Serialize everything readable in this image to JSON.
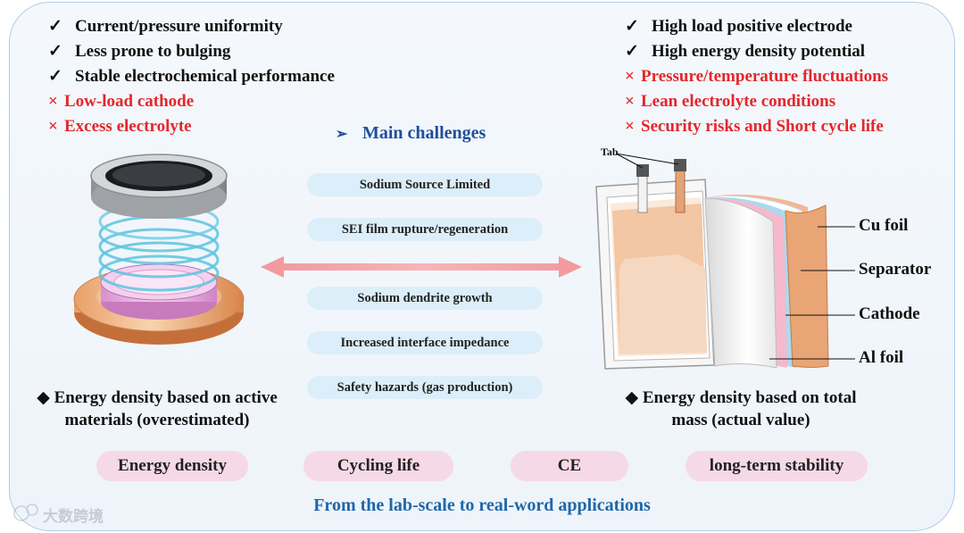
{
  "left_benefits": [
    {
      "mark": "✓",
      "text": "Current/pressure uniformity",
      "kind": "pro"
    },
    {
      "mark": "✓",
      "text": "Less prone to bulging",
      "kind": "pro"
    },
    {
      "mark": "✓",
      "text": "Stable electrochemical performance",
      "kind": "pro"
    },
    {
      "mark": "×",
      "text": "Low-load cathode",
      "kind": "con"
    },
    {
      "mark": "×",
      "text": "Excess electrolyte",
      "kind": "con"
    }
  ],
  "right_benefits": [
    {
      "mark": "✓",
      "text": "High load positive electrode",
      "kind": "pro"
    },
    {
      "mark": "✓",
      "text": "High energy density potential",
      "kind": "pro"
    },
    {
      "mark": "×",
      "text": "Pressure/temperature fluctuations",
      "kind": "con"
    },
    {
      "mark": "×",
      "text": "Lean electrolyte conditions",
      "kind": "con"
    },
    {
      "mark": "×",
      "text": "Security risks and Short cycle life",
      "kind": "con"
    }
  ],
  "challenges": {
    "arrow": "➢",
    "title": "Main challenges",
    "items": [
      "Sodium Source Limited",
      "SEI film rupture/regeneration",
      "Sodium dendrite growth",
      "Increased interface impedance",
      "Safety hazards (gas production)"
    ]
  },
  "captions": {
    "left_marker": "◆",
    "left_line1": "Energy density based on active",
    "left_line2": "materials (overestimated)",
    "right_marker": "◆",
    "right_line1": "Energy density based on total",
    "right_line2": "mass (actual value)"
  },
  "pouch_labels": {
    "tab": "Tab",
    "cu_foil": "Cu foil",
    "separator": "Separator",
    "cathode": "Cathode",
    "al_foil": "Al foil"
  },
  "metrics": [
    "Energy density",
    "Cycling life",
    "CE",
    "long-term stability"
  ],
  "footer": "From the lab-scale to real-word applications",
  "watermark": "大数跨境",
  "colors": {
    "con": "#e5262b",
    "title_blue": "#1f4e9c",
    "footer_blue": "#1f67a8",
    "challenge_pill": "#dceef9",
    "metric_pill": "#f6d9e6",
    "arrow": "#f2a1a6"
  }
}
